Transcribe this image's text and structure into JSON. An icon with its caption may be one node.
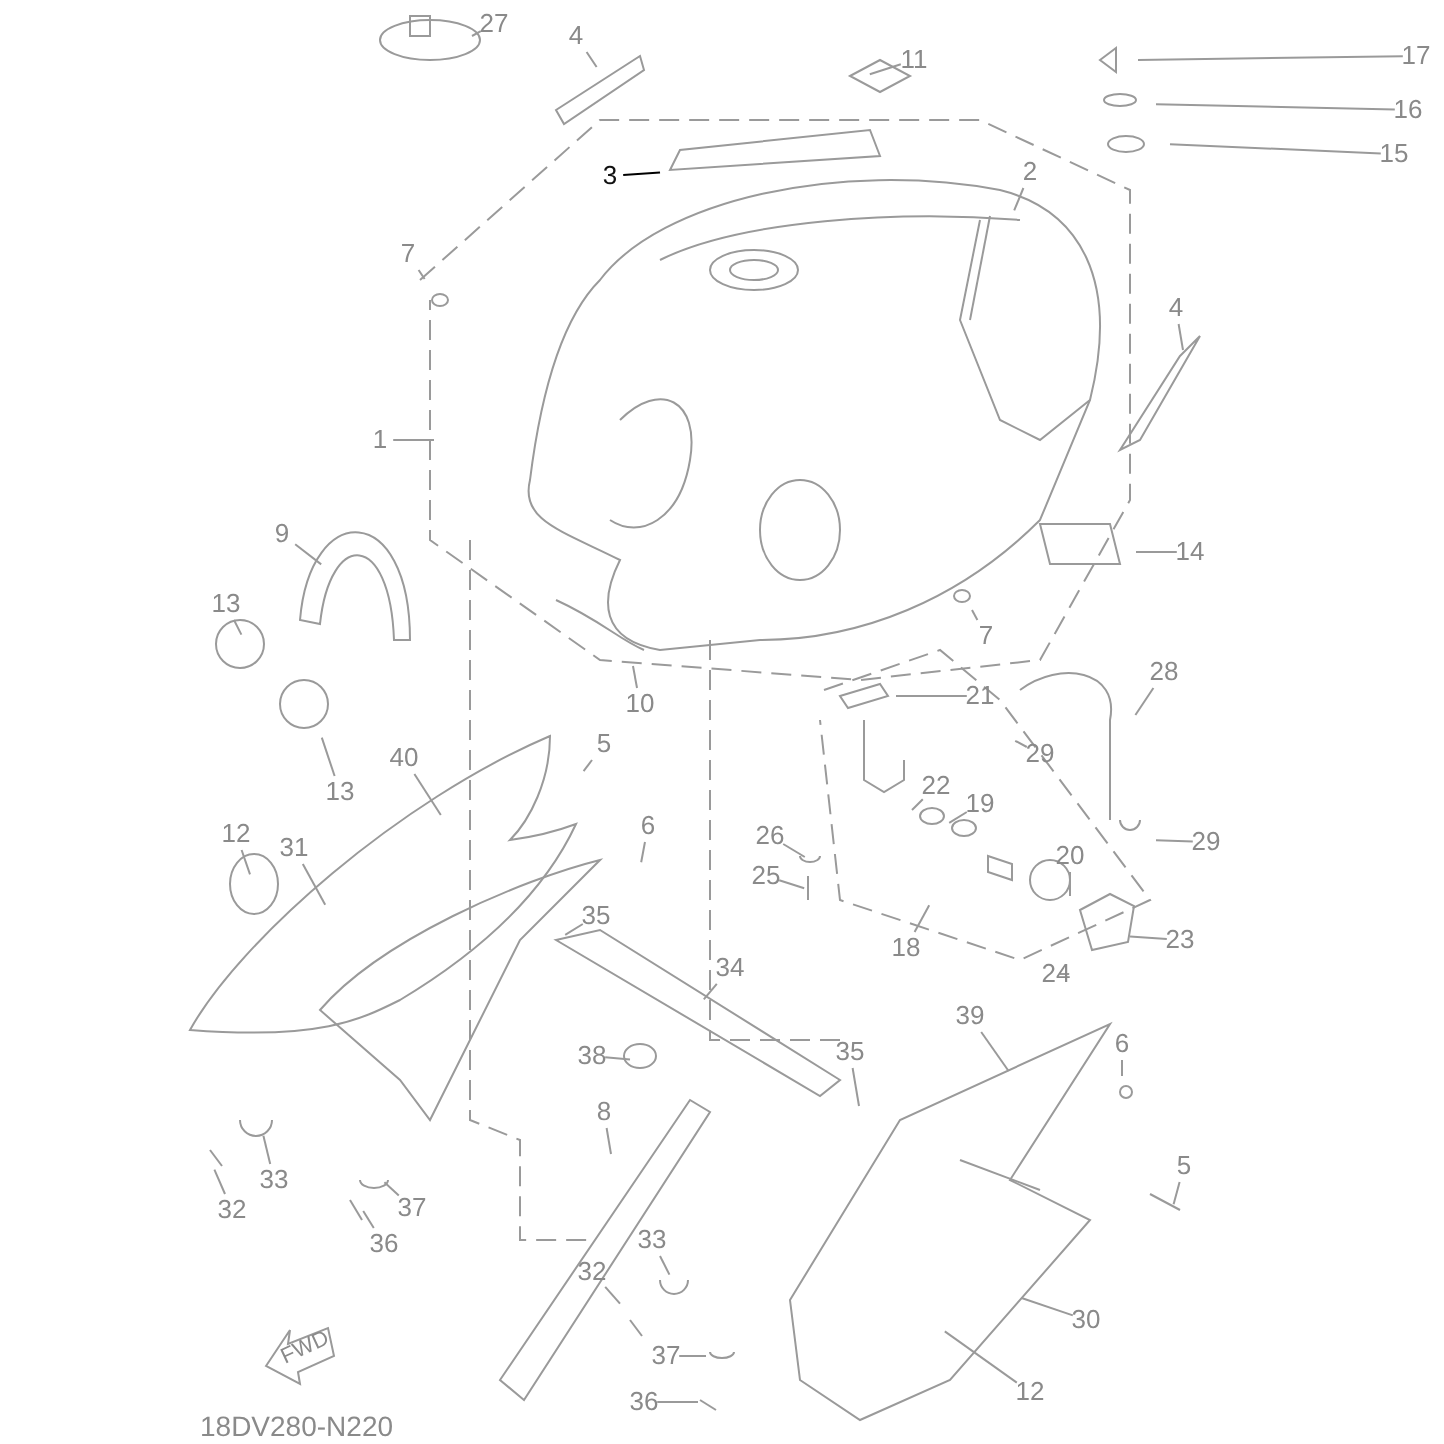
{
  "diagram": {
    "nodes": [
      {
        "text": [
          "27"
        ]
      },
      {
        "text": [
          "4"
        ]
      },
      {
        "text": [
          "11"
        ]
      },
      {
        "text": [
          "17"
        ]
      },
      {
        "text": [
          "16"
        ]
      },
      {
        "text": [
          "15"
        ]
      },
      {
        "text": [
          "3"
        ]
      },
      {
        "text": [
          "2"
        ]
      },
      {
        "text": [
          "7"
        ]
      },
      {
        "text": [
          "4"
        ]
      },
      {
        "text": [
          "1"
        ]
      },
      {
        "text": [
          "9"
        ]
      },
      {
        "text": [
          "14"
        ]
      },
      {
        "text": [
          "13"
        ]
      },
      {
        "text": [
          "7"
        ]
      },
      {
        "text": [
          "10"
        ]
      },
      {
        "text": [
          "28"
        ]
      },
      {
        "text": [
          "21"
        ]
      },
      {
        "text": [
          "13"
        ]
      },
      {
        "text": [
          "29"
        ]
      },
      {
        "text": [
          "40"
        ]
      },
      {
        "text": [
          "5"
        ]
      },
      {
        "text": [
          "6"
        ]
      },
      {
        "text": [
          "22"
        ]
      },
      {
        "text": [
          "19"
        ]
      },
      {
        "text": [
          "29"
        ]
      },
      {
        "text": [
          "12"
        ]
      },
      {
        "text": [
          "31"
        ]
      },
      {
        "text": [
          "26"
        ]
      },
      {
        "text": [
          "35"
        ]
      },
      {
        "text": [
          "25"
        ]
      },
      {
        "text": [
          "20"
        ]
      },
      {
        "text": [
          "18"
        ]
      },
      {
        "text": [
          "23"
        ]
      },
      {
        "text": [
          "24"
        ]
      },
      {
        "text": [
          "34"
        ]
      },
      {
        "text": [
          "39"
        ]
      },
      {
        "text": [
          "38"
        ]
      },
      {
        "text": [
          "6"
        ]
      },
      {
        "text": [
          "35"
        ]
      },
      {
        "text": [
          "8"
        ]
      },
      {
        "text": [
          "33"
        ]
      },
      {
        "text": [
          "5"
        ]
      },
      {
        "text": [
          "32"
        ]
      },
      {
        "text": [
          "37"
        ]
      },
      {
        "text": [
          "36"
        ]
      },
      {
        "text": [
          "33"
        ]
      },
      {
        "text": [
          "30"
        ]
      },
      {
        "text": [
          "32"
        ]
      },
      {
        "text": [
          "37"
        ]
      },
      {
        "text": [
          "12"
        ]
      },
      {
        "text": [
          "36"
        ]
      }
    ],
    "edges": [
      {
        "from": 0,
        "to": null,
        "arrow": "none"
      },
      {
        "from": 1,
        "to": null,
        "arrow": "none"
      },
      {
        "from": 2,
        "to": null,
        "arrow": "none"
      },
      {
        "from": 3,
        "to": null,
        "arrow": "none"
      },
      {
        "from": 4,
        "to": null,
        "arrow": "none"
      },
      {
        "from": 5,
        "to": null,
        "arrow": "none"
      },
      {
        "from": 6,
        "to": null,
        "arrow": "none",
        "color": "#000000"
      },
      {
        "from": 7,
        "to": null,
        "arrow": "none"
      },
      {
        "from": 8,
        "to": null,
        "arrow": "none"
      },
      {
        "from": 9,
        "to": null,
        "arrow": "none"
      },
      {
        "from": 10,
        "to": null,
        "arrow": "none"
      },
      {
        "from": 11,
        "to": null,
        "arrow": "none"
      },
      {
        "from": 12,
        "to": null,
        "arrow": "none"
      },
      {
        "from": 13,
        "to": null,
        "arrow": "none"
      },
      {
        "from": 14,
        "to": null,
        "arrow": "none"
      },
      {
        "from": 15,
        "to": null,
        "arrow": "none"
      },
      {
        "from": 16,
        "to": null,
        "arrow": "none"
      },
      {
        "from": 17,
        "to": null,
        "arrow": "none"
      },
      {
        "from": 18,
        "to": null,
        "arrow": "none"
      },
      {
        "from": 19,
        "to": null,
        "arrow": "none"
      },
      {
        "from": 20,
        "to": null,
        "arrow": "none"
      },
      {
        "from": 21,
        "to": null,
        "arrow": "none"
      },
      {
        "from": 22,
        "to": null,
        "arrow": "none"
      },
      {
        "from": 23,
        "to": null,
        "arrow": "none"
      },
      {
        "from": 24,
        "to": null,
        "arrow": "none"
      },
      {
        "from": 25,
        "to": null,
        "arrow": "none"
      },
      {
        "from": 26,
        "to": null,
        "arrow": "none"
      },
      {
        "from": 27,
        "to": null,
        "arrow": "none"
      },
      {
        "from": 28,
        "to": null,
        "arrow": "none"
      },
      {
        "from": 29,
        "to": null,
        "arrow": "none"
      },
      {
        "from": 30,
        "to": null,
        "arrow": "none"
      },
      {
        "from": 31,
        "to": null,
        "arrow": "none"
      },
      {
        "from": 32,
        "to": null,
        "arrow": "none"
      },
      {
        "from": 33,
        "to": null,
        "arrow": "none"
      },
      {
        "from": 34,
        "to": null,
        "arrow": "none"
      },
      {
        "from": 35,
        "to": null,
        "arrow": "none"
      },
      {
        "from": 36,
        "to": null,
        "arrow": "none"
      },
      {
        "from": 37,
        "to": null,
        "arrow": "none"
      },
      {
        "from": 38,
        "to": null,
        "arrow": "none"
      },
      {
        "from": 39,
        "to": null,
        "arrow": "none"
      },
      {
        "from": 40,
        "to": null,
        "arrow": "none"
      },
      {
        "from": 41,
        "to": null,
        "arrow": "none"
      },
      {
        "from": 42,
        "to": null,
        "arrow": "none"
      },
      {
        "from": 43,
        "to": null,
        "arrow": "none"
      },
      {
        "from": 44,
        "to": null,
        "arrow": "none"
      },
      {
        "from": 45,
        "to": null,
        "arrow": "none"
      },
      {
        "from": 46,
        "to": null,
        "arrow": "none"
      },
      {
        "from": 47,
        "to": null,
        "arrow": "none"
      },
      {
        "from": 48,
        "to": null,
        "arrow": "none"
      },
      {
        "from": 49,
        "to": null,
        "arrow": "none"
      },
      {
        "from": 50,
        "to": null,
        "arrow": "none"
      },
      {
        "from": 51,
        "to": null,
        "arrow": "none"
      }
    ],
    "labels": [
      "FWD",
      "18DV280-N220"
    ]
  }
}
